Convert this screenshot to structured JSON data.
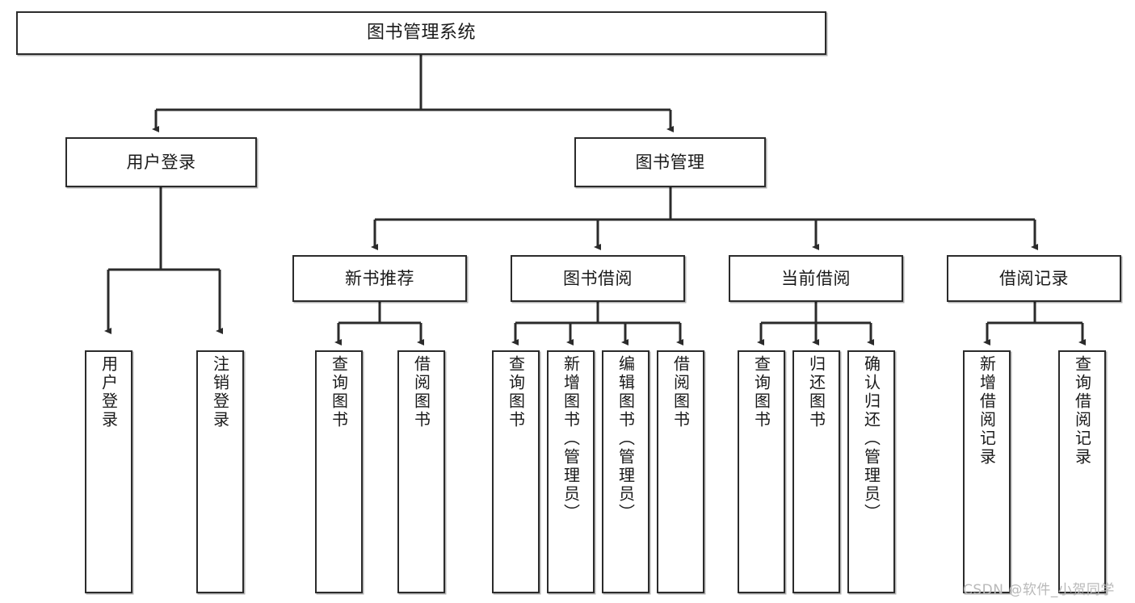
{
  "diagram": {
    "title": "图书管理系统",
    "type": "tree",
    "watermark": "CSDN @软件_小贺同学",
    "colors": {
      "box_border": "#2b2b2b",
      "box_fill": "#ffffff",
      "edge": "#2b2b2b",
      "text": "#1a1a1a",
      "watermark": "#b9b9b9"
    },
    "levels": {
      "level1_label": "图书管理系统",
      "level2_labels": [
        "用户登录",
        "图书管理"
      ],
      "level3_labels": [
        "新书推荐",
        "图书借阅",
        "当前借阅",
        "借阅记录"
      ]
    },
    "nodes": {
      "root": {
        "label": "图书管理系统"
      },
      "user_login": {
        "label": "用户登录"
      },
      "book_manage": {
        "label": "图书管理"
      },
      "new_book_rec": {
        "label": "新书推荐"
      },
      "book_borrow": {
        "label": "图书借阅"
      },
      "current_borrow": {
        "label": "当前借阅"
      },
      "borrow_record": {
        "label": "借阅记录"
      },
      "leaf_user_login": {
        "label": "用户登录"
      },
      "leaf_logout": {
        "label": "注销登录"
      },
      "leaf_query_book_1": {
        "label": "查询图书"
      },
      "leaf_borrow_book_1": {
        "label": "借阅图书"
      },
      "leaf_query_book_2": {
        "label": "查询图书"
      },
      "leaf_add_book_admin": {
        "label": "新增图书（管理员）"
      },
      "leaf_edit_book_admin": {
        "label": "编辑图书（管理员）"
      },
      "leaf_borrow_book_2": {
        "label": "借阅图书"
      },
      "leaf_query_book_3": {
        "label": "查询图书"
      },
      "leaf_return_book": {
        "label": "归还图书"
      },
      "leaf_confirm_return_admin": {
        "label": "确认归还（管理员）"
      },
      "leaf_add_borrow_record": {
        "label": "新增借阅记录"
      },
      "leaf_query_borrow_record": {
        "label": "查询借阅记录"
      }
    },
    "edges": [
      {
        "from": "root",
        "to": "user_login"
      },
      {
        "from": "root",
        "to": "book_manage"
      },
      {
        "from": "user_login",
        "to": "leaf_user_login"
      },
      {
        "from": "user_login",
        "to": "leaf_logout"
      },
      {
        "from": "book_manage",
        "to": "new_book_rec"
      },
      {
        "from": "book_manage",
        "to": "book_borrow"
      },
      {
        "from": "book_manage",
        "to": "current_borrow"
      },
      {
        "from": "book_manage",
        "to": "borrow_record"
      },
      {
        "from": "new_book_rec",
        "to": "leaf_query_book_1"
      },
      {
        "from": "new_book_rec",
        "to": "leaf_borrow_book_1"
      },
      {
        "from": "book_borrow",
        "to": "leaf_query_book_2"
      },
      {
        "from": "book_borrow",
        "to": "leaf_add_book_admin"
      },
      {
        "from": "book_borrow",
        "to": "leaf_edit_book_admin"
      },
      {
        "from": "book_borrow",
        "to": "leaf_borrow_book_2"
      },
      {
        "from": "current_borrow",
        "to": "leaf_query_book_3"
      },
      {
        "from": "current_borrow",
        "to": "leaf_return_book"
      },
      {
        "from": "current_borrow",
        "to": "leaf_confirm_return_admin"
      },
      {
        "from": "borrow_record",
        "to": "leaf_add_borrow_record"
      },
      {
        "from": "borrow_record",
        "to": "leaf_query_borrow_record"
      }
    ]
  }
}
